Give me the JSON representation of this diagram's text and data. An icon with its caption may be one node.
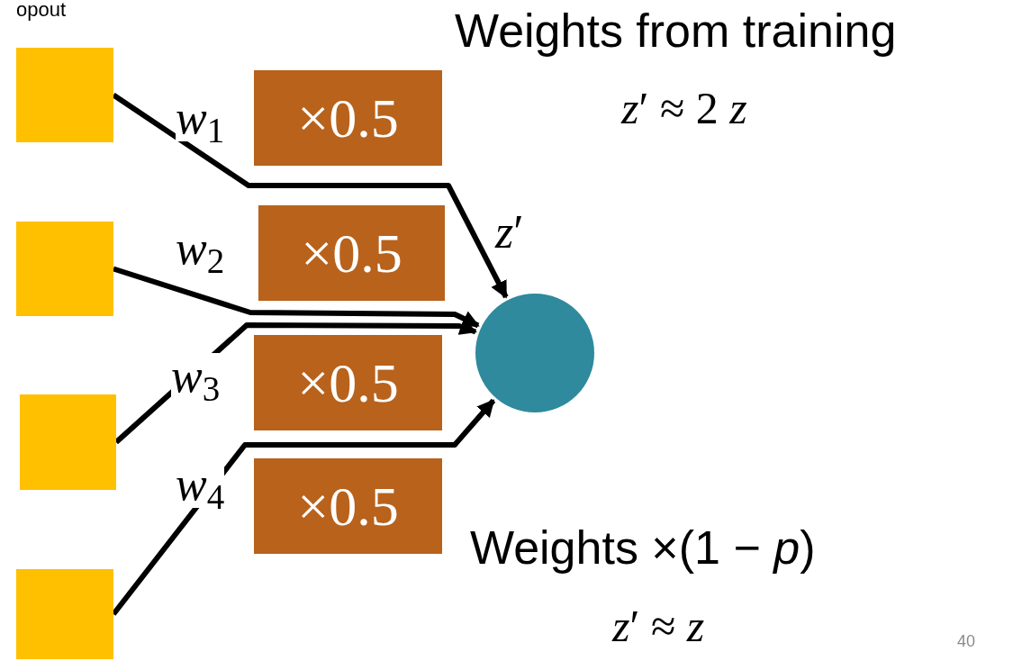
{
  "diagram": {
    "nodes": [
      {
        "text": [],
        "shape": "box"
      },
      {
        "text": [],
        "shape": "box"
      },
      {
        "text": [],
        "shape": "box"
      },
      {
        "text": [],
        "shape": "box"
      },
      {
        "text": [],
        "shape": "circle",
        "beside": [
          "*z*′"
        ]
      },
      {
        "text": [
          "×0.5"
        ]
      },
      {
        "text": [
          "×0.5"
        ]
      },
      {
        "text": [
          "×0.5"
        ]
      },
      {
        "text": [
          "×0.5"
        ]
      }
    ],
    "edges": [
      {
        "from": 0,
        "to": 4,
        "arrow": "to",
        "label": "*w*$_{1}$"
      },
      {
        "from": 1,
        "to": 4,
        "arrow": "to",
        "label": "*w*$_{2}$"
      },
      {
        "from": 2,
        "to": 4,
        "arrow": "to",
        "label": "*w*$_{3}$"
      },
      {
        "from": 3,
        "to": 4,
        "arrow": "to",
        "label": "*w*$_{4}$"
      }
    ],
    "labels": [
      "opout",
      "Weights from training",
      "*z*′ ≈ 2 *z*",
      "Weights ×(1 − *p*)",
      "*z*′ ≈ *z*",
      "40"
    ]
  }
}
